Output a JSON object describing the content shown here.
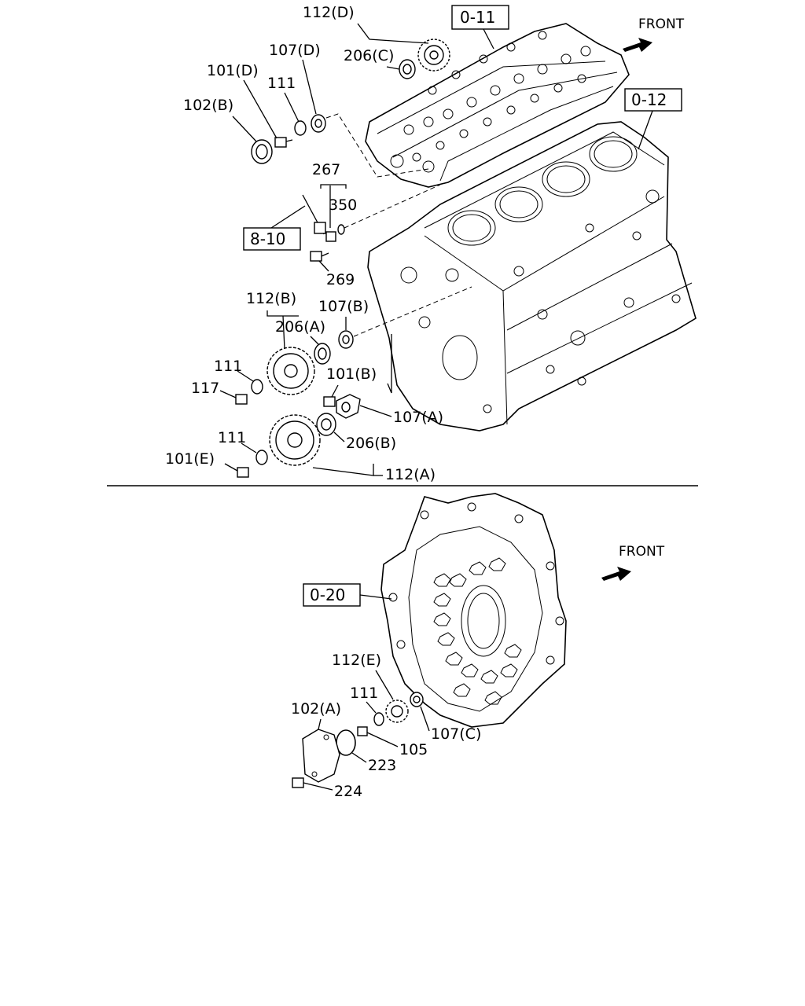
{
  "top_section": {
    "front_label": "FRONT",
    "ref_boxes": [
      "0-11",
      "0-12",
      "8-10"
    ],
    "labels": {
      "p112d": "112(D)",
      "p206c": "206(C)",
      "p107d": "107(D)",
      "p101d": "101(D)",
      "p111_top": "111",
      "p102b": "102(B)",
      "p267": "267",
      "p350": "350",
      "p269": "269",
      "p112b": "112(B)",
      "p107b": "107(B)",
      "p206a": "206(A)",
      "p111_mid": "111",
      "p117": "117",
      "p101b": "101(B)",
      "p107a": "107(A)",
      "p111_low": "111",
      "p206b": "206(B)",
      "p101e": "101(E)",
      "p112a": "112(A)"
    }
  },
  "bottom_section": {
    "front_label": "FRONT",
    "ref_box": "0-20",
    "labels": {
      "p112e": "112(E)",
      "p111": "111",
      "p102a": "102(A)",
      "p107c": "107(C)",
      "p105": "105",
      "p223": "223",
      "p224": "224"
    }
  }
}
